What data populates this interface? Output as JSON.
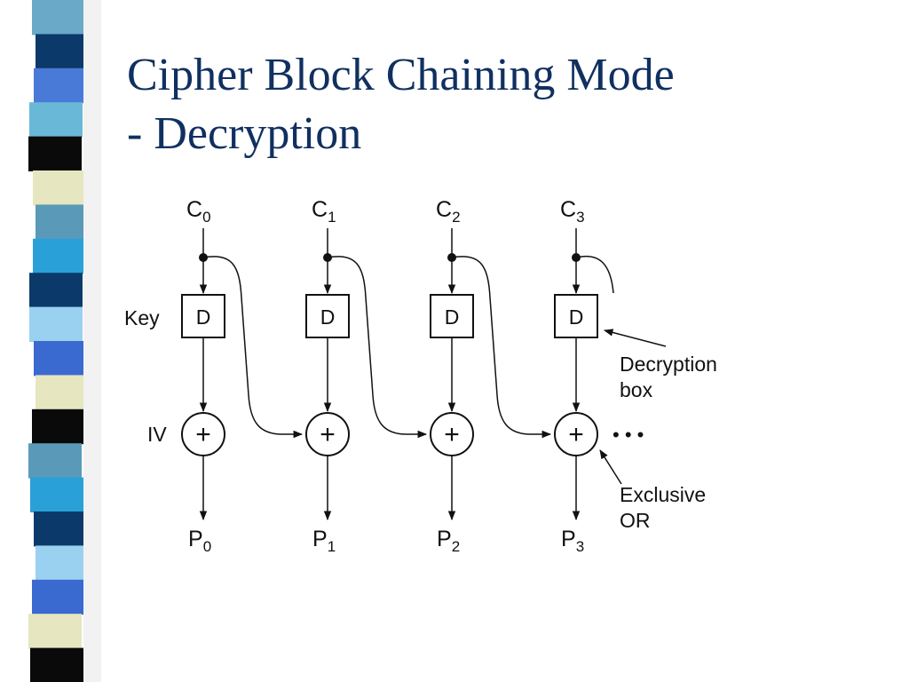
{
  "slide": {
    "title_line1": "Cipher Block Chaining Mode",
    "title_line2": "- Decryption",
    "title_color": "#103060"
  },
  "side_stripe_colors": [
    "#6aaac8",
    "#0b3a6a",
    "#4a7ad8",
    "#6ab8d8",
    "#0a0a0a",
    "#e6e6c0",
    "#5a9ab8",
    "#2aa0d8",
    "#0b3a6a",
    "#9ad0f0",
    "#3a6ad0",
    "#e6e6c0",
    "#0a0a0a",
    "#5a9ab8",
    "#2aa0d8",
    "#0b3a6a",
    "#9ad0f0",
    "#3a6ad0",
    "#e6e6c0",
    "#0a0a0a"
  ],
  "diagram": {
    "ciphertexts": [
      {
        "base": "C",
        "sub": "0"
      },
      {
        "base": "C",
        "sub": "1"
      },
      {
        "base": "C",
        "sub": "2"
      },
      {
        "base": "C",
        "sub": "3"
      }
    ],
    "plaintexts": [
      {
        "base": "P",
        "sub": "0"
      },
      {
        "base": "P",
        "sub": "1"
      },
      {
        "base": "P",
        "sub": "2"
      },
      {
        "base": "P",
        "sub": "3"
      }
    ],
    "box_label": "D",
    "xor_symbol": "+",
    "key_label": "Key",
    "iv_label": "IV",
    "continuation": "• • •",
    "decryption_callout": [
      "Decryption",
      "box"
    ],
    "xor_callout": [
      "Exclusive",
      "OR"
    ]
  }
}
